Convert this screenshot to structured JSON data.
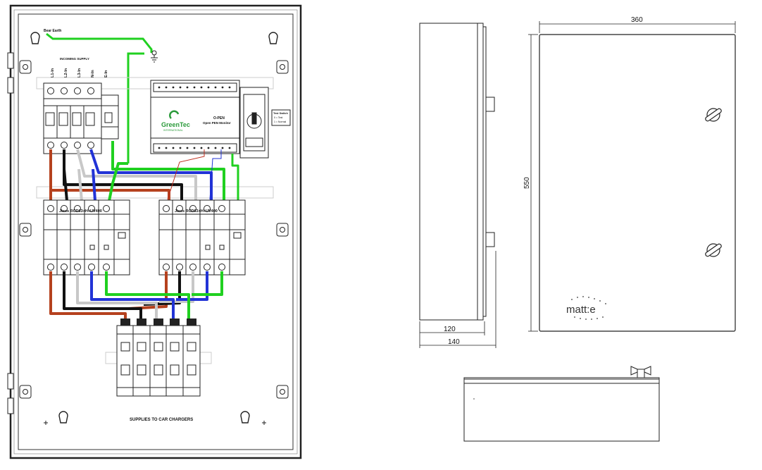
{
  "labels": {
    "bear_earth": "Bear Earth",
    "incoming_supply": "INCOMING SUPPLY",
    "phase_l1": "L1-In",
    "phase_l2": "L2-In",
    "phase_l3": "L3-In",
    "phase_n": "N-In",
    "phase_e": "E-In",
    "brand_green": "GreenTec",
    "brand_sub": "INTERNATIONAL",
    "monitor_model": "O-PEN",
    "monitor_name": "Open PEN Monitor",
    "test_label_1": "Test Switch",
    "test_label_2": "0 = Test",
    "test_label_3": "1 = Normal",
    "rcbo_model_left": "Jtecs RCD63+H+UV400",
    "rcbo_model_right": "Jtecs RCD63+H+UV400",
    "supplies_caption": "SUPPLIES TO CAR CHARGERS",
    "dim_width": "360",
    "dim_height": "550",
    "dim_depth_inner": "120",
    "dim_depth_outer": "140",
    "logo_text": "matt:e"
  },
  "colors": {
    "brown": "#b5411e",
    "black": "#111111",
    "grey": "#c8c8c8",
    "blue": "#2233d6",
    "green": "#20d020",
    "red": "#c03020",
    "line": "#222222"
  },
  "icons": [
    "keyhole-icon",
    "fixing-hole-icon",
    "earth-symbol-icon",
    "door-catch-icon",
    "wing-nut-icon"
  ]
}
